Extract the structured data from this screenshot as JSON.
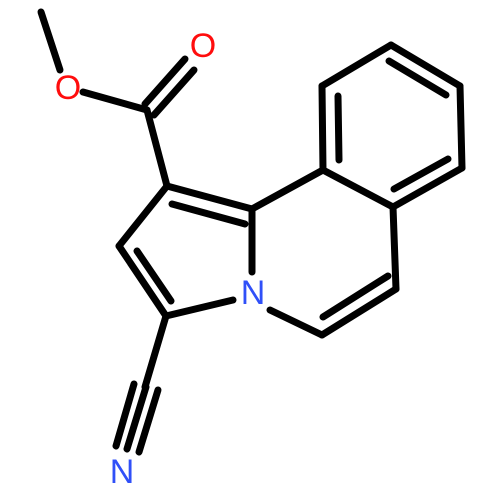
{
  "molecule": {
    "atoms": [
      {
        "id": "O_carbonyl",
        "symbol": "O",
        "color": "#ff0d0d"
      },
      {
        "id": "O_ester",
        "symbol": "O",
        "color": "#ff0d0d"
      },
      {
        "id": "N_ring",
        "symbol": "N",
        "color": "#3050f8"
      },
      {
        "id": "N_nitrile",
        "symbol": "N",
        "color": "#3050f8"
      }
    ],
    "bond_color": "#000000"
  }
}
